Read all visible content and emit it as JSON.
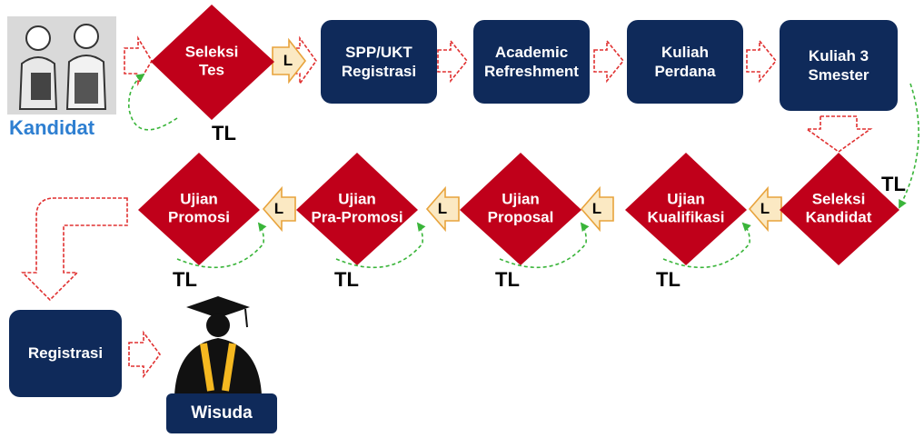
{
  "start_label": "Kandidat",
  "colors": {
    "navy": "#0f2a5a",
    "diamond_red": "#c0001a",
    "label_fill": "#fbe9c3",
    "tl_arrow": "#3ab53a",
    "flow_arrow": "#e03030",
    "kandidat_blue": "#2e7fd1"
  },
  "icons": {
    "students": "students-illustration",
    "graduate": "graduate-illustration"
  },
  "boxes": {
    "spp": "SPP/UKT\nRegistrasi",
    "academic": "Academic\nRefreshment",
    "kuliah_perdana": "Kuliah\nPerdana",
    "kuliah_3": "Kuliah 3\nSmester",
    "registrasi": "Registrasi",
    "wisuda": "Wisuda"
  },
  "diamonds": {
    "seleksi_tes": "Seleksi\nTes",
    "seleksi_kandidat": "Seleksi\nKandidat",
    "ujian_kualifikasi": "Ujian\nKualifikasi",
    "ujian_proposal": "Ujian\nProposal",
    "ujian_pra_promosi": "Ujian\nPra-Promosi",
    "ujian_promosi": "Ujian\nPromosi"
  },
  "labels": {
    "lulus": "L",
    "tidak_lulus": "TL"
  }
}
